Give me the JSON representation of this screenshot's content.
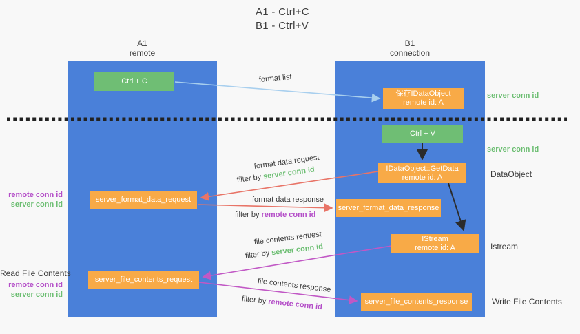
{
  "title": {
    "line1": "A1 - Ctrl+C",
    "line2": "B1 - Ctrl+V"
  },
  "lanes": {
    "left": {
      "name": "A1",
      "role": "remote"
    },
    "right": {
      "name": "B1",
      "role": "connection"
    }
  },
  "nodes": {
    "ctrl_c": {
      "label": "Ctrl + C"
    },
    "ctrl_v": {
      "label": "Ctrl + V"
    },
    "save_dataobject": {
      "line1": "保存IDataObject",
      "line2": "remote id: A"
    },
    "getdata": {
      "line1": "IDataObject::GetData",
      "line2": "remote id: A"
    },
    "istream": {
      "line1": "IStream",
      "line2": "remote id: A"
    },
    "format_request": {
      "label": "server_format_data_request"
    },
    "format_response": {
      "label": "server_format_data_response"
    },
    "file_request": {
      "label": "server_file_contents_request"
    },
    "file_response": {
      "label": "server_file_contents_response"
    }
  },
  "edge_labels": {
    "format_list": "format list",
    "format_data_request": "format data request",
    "format_data_response": "format data response",
    "file_contents_request": "file contents request",
    "file_contents_response": "file contents response",
    "filter_by": "filter by",
    "server_conn_id": "server conn id",
    "remote_conn_id": "remote conn id"
  },
  "side_labels": {
    "right_server_conn_id_top": "server conn id",
    "right_server_conn_id_mid": "server conn id",
    "dataobject": "DataObject",
    "istream": "Istream",
    "write_file_contents": "Write File Contents",
    "left_remote_conn_id_top": "remote conn id",
    "left_server_conn_id_top": "server conn id",
    "read_file_contents": "Read File Contents",
    "left_remote_conn_id_bottom": "remote conn id",
    "left_server_conn_id_bottom": "server conn id"
  },
  "colors": {
    "lane_blue": "#4a80d9",
    "node_green": "#6fbe74",
    "node_orange": "#f8aa47",
    "arrow_lightblue": "#a8cfee",
    "arrow_black": "#2b2b2b",
    "arrow_red": "#e87467",
    "arrow_magenta": "#c158c5",
    "text_green": "#6cbe72",
    "text_purple": "#b44ec8",
    "background": "#f8f8f8"
  }
}
